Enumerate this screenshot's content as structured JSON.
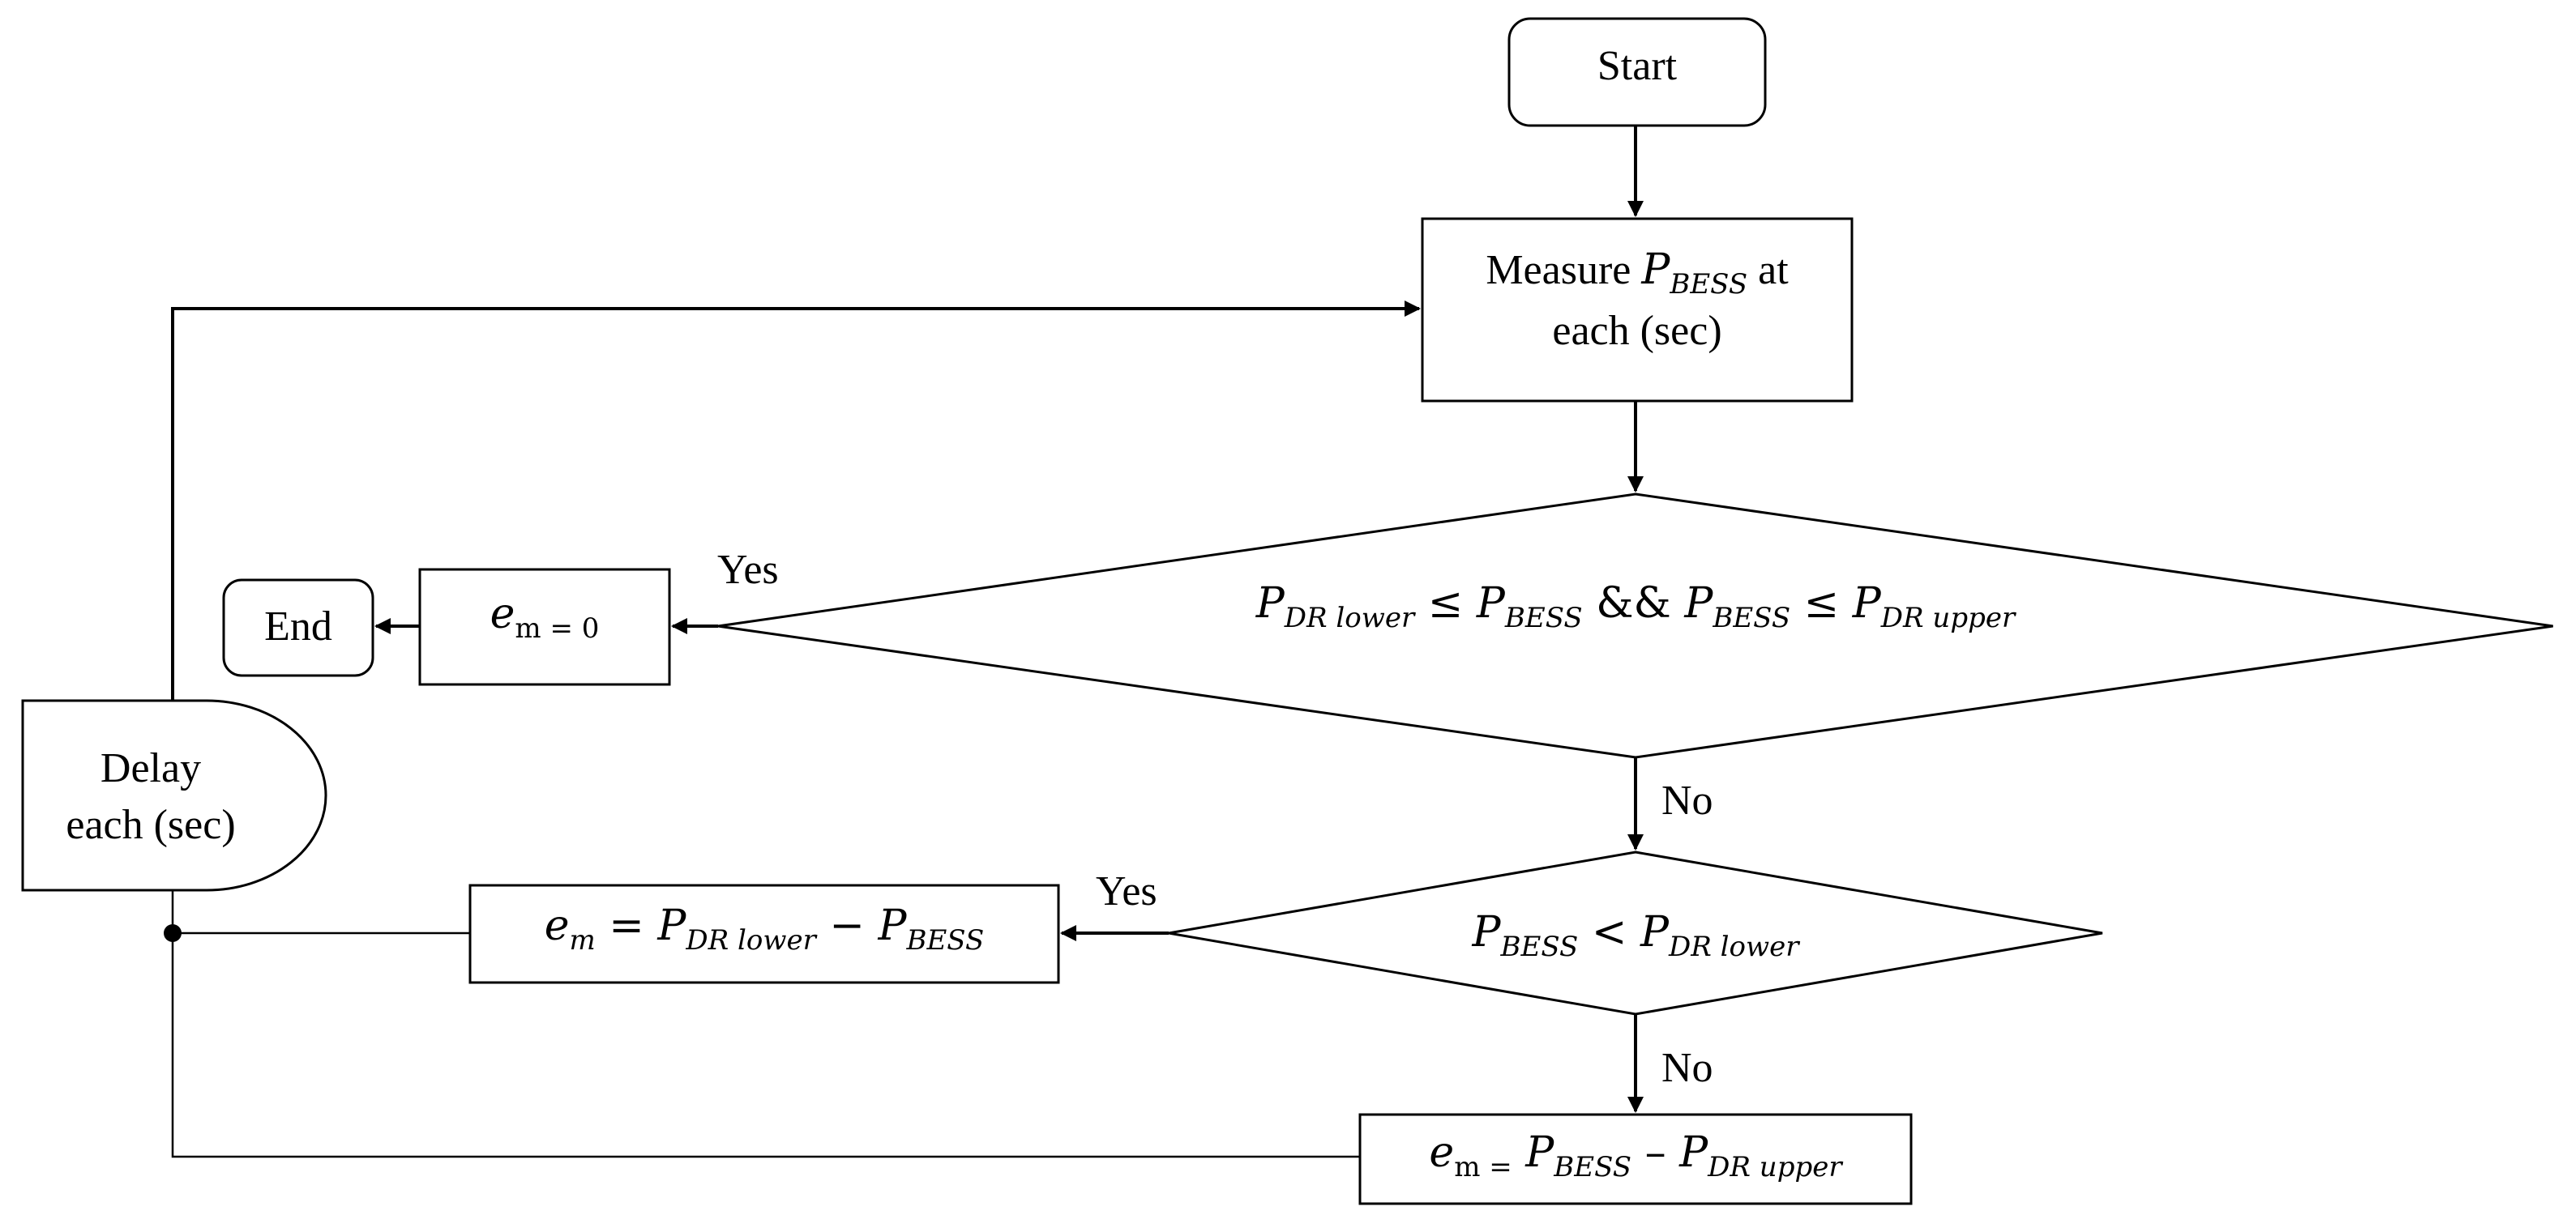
{
  "nodes": {
    "start": {
      "label": "Start"
    },
    "measure": {
      "line1_prefix": "Measure",
      "line1_var": "P",
      "line1_sub": "BESS",
      "line1_suffix": "at",
      "line2": "each (sec)"
    },
    "decision1": {
      "lhs_var": "P",
      "lhs_sub": "DR lower",
      "op1": "≤",
      "mid1_var": "P",
      "mid1_sub": "BESS",
      "and": "&&",
      "mid2_var": "P",
      "mid2_sub": "BESS",
      "op2": "≤",
      "rhs_var": "P",
      "rhs_sub": "DR upper"
    },
    "em_zero": {
      "var": "e",
      "sub": "m = 0"
    },
    "end": {
      "label": "End"
    },
    "delay": {
      "line1": "Delay",
      "line2": "each (sec)"
    },
    "decision2": {
      "lhs_var": "P",
      "lhs_sub": "BESS",
      "op": "<",
      "rhs_var": "P",
      "rhs_sub": "DR lower"
    },
    "em_lower": {
      "e_var": "e",
      "e_sub": "m",
      "eq": "=",
      "a_var": "P",
      "a_sub": "DR lower",
      "minus": "−",
      "b_var": "P",
      "b_sub": "BESS"
    },
    "em_upper": {
      "e_var": "e",
      "e_sub": "m =",
      "a_var": "P",
      "a_sub": "BESS",
      "minus": "–",
      "b_var": "P",
      "b_sub": "DR upper"
    }
  },
  "edges": {
    "yes1": "Yes",
    "no1": "No",
    "yes2": "Yes",
    "no2": "No"
  }
}
